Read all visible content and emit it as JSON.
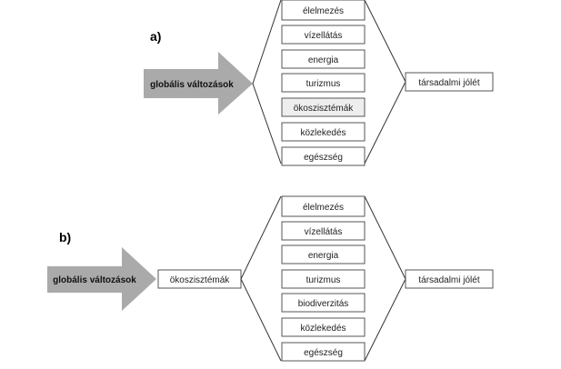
{
  "diagrams": [
    {
      "label": "a)",
      "arrow_text": "globális változások",
      "middle_items": [
        "élelmezés",
        "vízellátás",
        "energia",
        "turizmus",
        "ökoszisztémák",
        "közlekedés",
        "egészség"
      ],
      "middle_shaded_index": 4,
      "output": "társadalmi jólét"
    },
    {
      "label": "b)",
      "arrow_text": "globális változások",
      "intermediate": "ökoszisztémák",
      "middle_items": [
        "élelmezés",
        "vízellátás",
        "energia",
        "turizmus",
        "biodiverzitás",
        "közlekedés",
        "egészség"
      ],
      "middle_shaded_index": -1,
      "output": "társadalmi jólét"
    }
  ],
  "colors": {
    "arrow": "#aaaaaa",
    "box_border": "#555555",
    "shaded_box": "#eeeeee",
    "lines": "#333333"
  }
}
